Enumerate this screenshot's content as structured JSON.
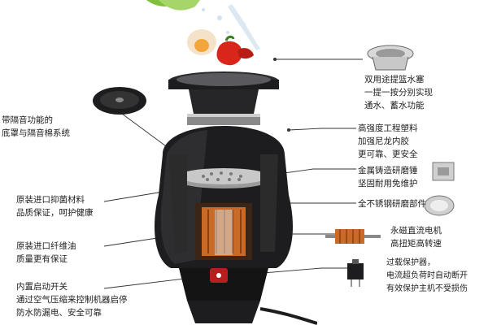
{
  "colors": {
    "body": "#1d1d1f",
    "body_highlight": "#4a4a4e",
    "metal": "#b9b9b9",
    "copper": "#c96a26",
    "pepper": "#d8261b",
    "leader": "#333333",
    "text": "#222222"
  },
  "callouts": {
    "stopper": {
      "lines": [
        "双用途提篮水塞",
        "一提一按分别实现",
        "通水、蓄水功能"
      ]
    },
    "plastic": {
      "lines": [
        "高强度工程塑料",
        "加强尼龙内胶",
        "更可靠、更安全"
      ]
    },
    "hammer": {
      "lines": [
        "金属铸造研磨锤",
        "坚固耐用免维护"
      ]
    },
    "stainless": {
      "lines": [
        "全不锈钢研磨部件"
      ]
    },
    "motor": {
      "lines": [
        "永磁直流电机",
        "高扭矩高转速"
      ]
    },
    "overload": {
      "lines": [
        "过载保护器，",
        "电流超负荷时自动断开",
        "有效保护主机不受损伤"
      ]
    },
    "cover": {
      "lines": [
        "带隔音功能的",
        "底罩与隔音棉系统"
      ]
    },
    "antibacterial": {
      "lines": [
        "原装进口抑菌材料",
        "品质保证，呵护健康"
      ]
    },
    "lube": {
      "lines": [
        "原装进口纤维油",
        "质量更有保证"
      ]
    },
    "switch": {
      "lines": [
        "内置启动开关",
        "通过空气压缩来控制机器启停",
        "防水防漏电、安全可靠"
      ]
    }
  },
  "icons": {
    "product": "food-waste-disposer-cutaway",
    "food": "vegetables-and-egg-with-water-splash",
    "stopper": "sink-stopper-icon",
    "cover": "grinding-plate-icon",
    "hammer": "metal-hammer-icon",
    "stainless": "stainless-grind-ring-icon",
    "motor": "motor-rotor-icon",
    "overload": "overload-protector-icon"
  }
}
